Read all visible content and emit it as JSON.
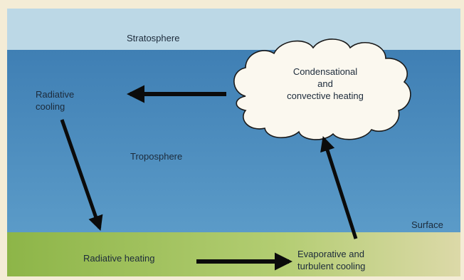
{
  "diagram": {
    "layers": {
      "stratosphere": "Stratosphere",
      "troposphere": "Troposphere",
      "surface": "Surface"
    },
    "processes": {
      "cloud_line1": "Condensational",
      "cloud_line2": "and",
      "cloud_line3": "convective heating",
      "radiative_cooling_line1": "Radiative",
      "radiative_cooling_line2": "cooling",
      "radiative_heating": "Radiative heating",
      "evap_line1": "Evaporative and",
      "evap_line2": "turbulent cooling"
    },
    "colors": {
      "stratosphere": "#bcd8e6",
      "troposphere": "#4e8fbf",
      "surface": "#9fc160",
      "cloud": "#fbf8ef",
      "arrow": "#0b0b0b",
      "border": "#f4ecd6"
    }
  }
}
